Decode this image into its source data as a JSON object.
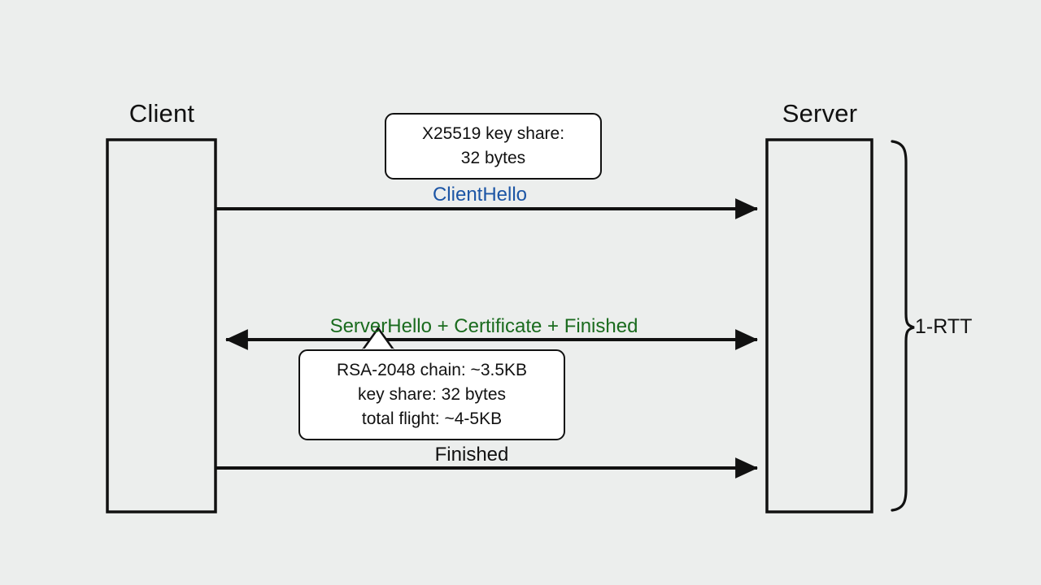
{
  "diagram": {
    "type": "sequence",
    "background_color": "#eceeed",
    "line_color": "#111111",
    "participants": [
      {
        "id": "client",
        "label": "Client"
      },
      {
        "id": "server",
        "label": "Server"
      }
    ],
    "messages": [
      {
        "id": "clienthello",
        "label": "ClientHello",
        "color": "#1c55a5",
        "direction": "client-to-server",
        "arrowheads": "end"
      },
      {
        "id": "server-flight",
        "label": "ServerHello + Certificate + Finished",
        "color": "#1a6b1e",
        "direction": "server-to-client",
        "arrowheads": "both"
      },
      {
        "id": "finished",
        "label": "Finished",
        "color": "#111111",
        "direction": "client-to-server",
        "arrowheads": "end"
      }
    ],
    "notes": [
      {
        "id": "note-clienthello",
        "attached_to": "clienthello",
        "has_tail": false,
        "lines": [
          "X25519 key share:",
          "32 bytes"
        ]
      },
      {
        "id": "note-server-flight",
        "attached_to": "server-flight",
        "has_tail": true,
        "lines": [
          "RSA-2048 chain: ~3.5KB",
          "key share: 32 bytes",
          "total flight: ~4-5KB"
        ]
      }
    ],
    "annotations": [
      {
        "id": "rtt-brace",
        "label": "1-RTT",
        "shape": "curly-brace",
        "side": "right"
      }
    ]
  }
}
